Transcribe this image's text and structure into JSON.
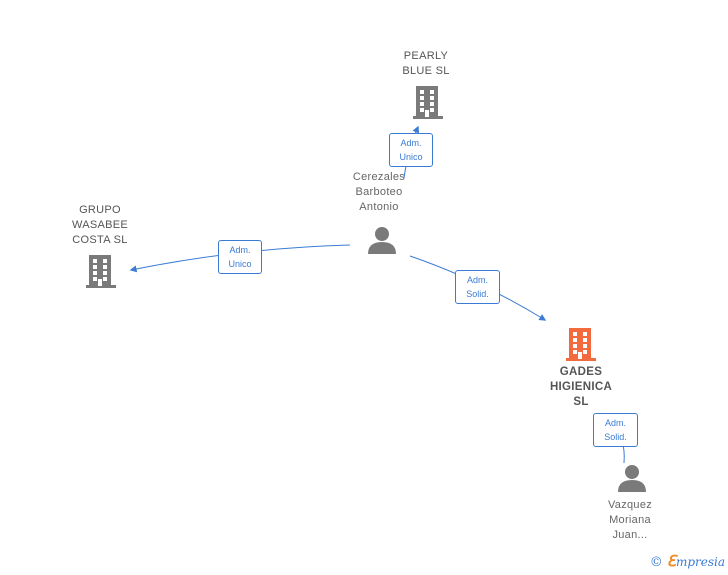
{
  "nodes": {
    "pearly": {
      "label": "PEARLY\nBLUE SL"
    },
    "grupo": {
      "label": "GRUPO\nWASABEE\nCOSTA  SL"
    },
    "gades": {
      "label": "GADES\nHIGIENICA\nSL"
    },
    "cerezales": {
      "label": "Cerezales\nBarboteo\nAntonio"
    },
    "vazquez": {
      "label": "Vazquez\nMoriana\nJuan..."
    }
  },
  "relations": {
    "to_pearly": "Adm.\nUnico",
    "to_grupo": "Adm.\nUnico",
    "to_gades": "Adm.\nSolid.",
    "vazquez_gades": "Adm.\nSolid."
  },
  "footer": {
    "copyright": "©",
    "brand_e": "ℇ",
    "brand_rest": "mpresia"
  },
  "colors": {
    "company": "#7a7a7a",
    "main_company": "#f26a3d",
    "person": "#7a7a7a",
    "edge": "#3a7bd5"
  }
}
